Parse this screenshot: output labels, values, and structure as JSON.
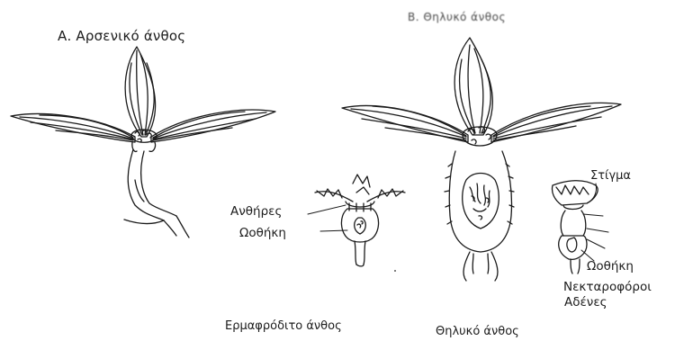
{
  "titles": {
    "male_flower": "Α. Αρσενικό άνθος",
    "female_flower": "Β. Θηλυκό άνθος"
  },
  "labels": {
    "anthers": "Ανθήρες",
    "ovary_1": "Ωοθήκη",
    "stigma": "Στίγμα",
    "ovary_2": "Ωοθήκη",
    "nectar_glands_line1": "Νεκταροφόροι",
    "nectar_glands_line2": "Αδένες"
  },
  "captions": {
    "hermaphrodite": "Ερμαφρόδιτο άνθος",
    "female": "Θηλυκό άνθος"
  }
}
